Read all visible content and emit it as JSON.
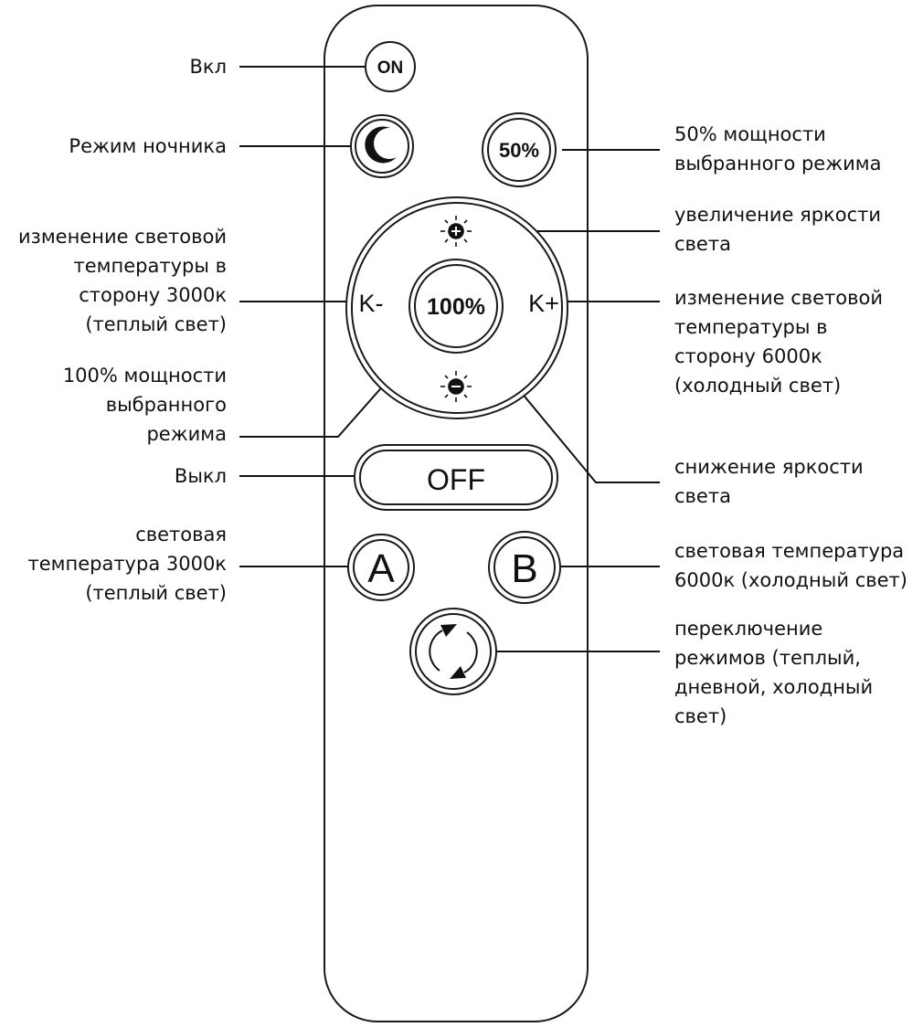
{
  "colors": {
    "ink": "#111111",
    "background": "#ffffff"
  },
  "buttons": {
    "on": "ON",
    "fifty": "50%",
    "hundred": "100%",
    "k_minus": "K-",
    "k_plus": "K+",
    "off": "OFF",
    "a": "A",
    "b": "B"
  },
  "icons": {
    "night": "moon-icon",
    "brightness_up": "sun-plus-icon",
    "brightness_down": "sun-minus-icon",
    "cycle": "cycle-arrows-icon"
  },
  "labels": {
    "on": [
      "Вкл"
    ],
    "night_mode": [
      "Режим ночника"
    ],
    "fifty": [
      "50% мощности",
      "выбранного режима"
    ],
    "brightness_up": [
      "увеличение яркости",
      "света"
    ],
    "k_minus": [
      "изменение световой",
      "температуры в",
      "сторону 3000к",
      "(теплый свет)"
    ],
    "k_plus": [
      "изменение световой",
      "температуры в",
      "сторону 6000к",
      "(холодный свет)"
    ],
    "hundred": [
      "100% мощности",
      "выбранного",
      "режима"
    ],
    "brightness_down": [
      "снижение яркости",
      "света"
    ],
    "off": [
      "Выкл"
    ],
    "a": [
      "световая",
      "температура 3000к",
      "(теплый свет)"
    ],
    "b": [
      "световая температура",
      "6000к (холодный свет)"
    ],
    "cycle": [
      "переключение",
      "режимов (теплый,",
      "дневной, холодный",
      "свет)"
    ]
  }
}
